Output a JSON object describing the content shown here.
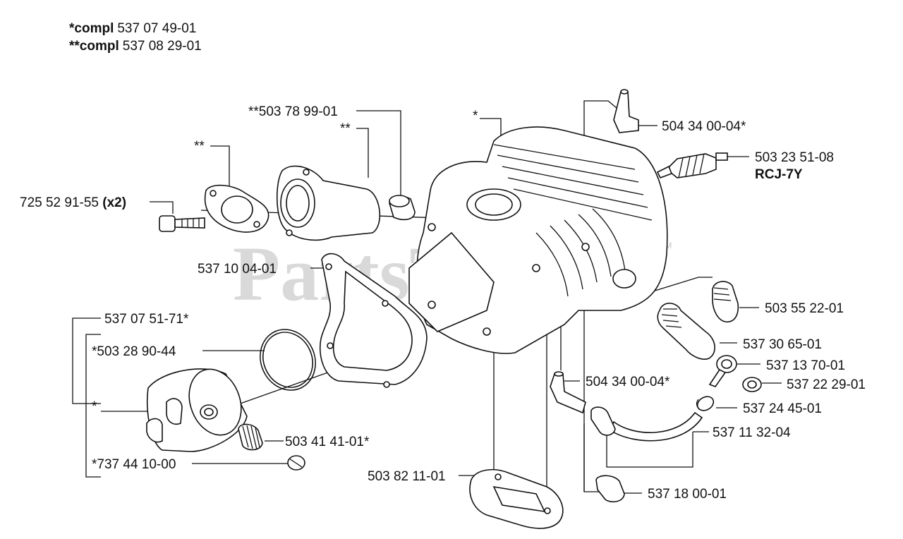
{
  "header": {
    "compl1_prefix": "*compl",
    "compl1_number": "537 07 49-01",
    "compl2_prefix": "**compl",
    "compl2_number": "537 08 29-01"
  },
  "watermark": {
    "text": "PartsTree",
    "tm": "TM"
  },
  "callouts": [
    {
      "id": "c01",
      "text": "**503 78 99-01"
    },
    {
      "id": "c02",
      "text": "**"
    },
    {
      "id": "c03",
      "text": "**"
    },
    {
      "id": "c04",
      "text": "725 52 91-55 ",
      "bold_suffix": "(x2)"
    },
    {
      "id": "c05",
      "text": "537 10 04-01"
    },
    {
      "id": "c06",
      "text": "537 07 51-71*"
    },
    {
      "id": "c07",
      "text": "*503 28 90-44"
    },
    {
      "id": "c08",
      "text": "*"
    },
    {
      "id": "c09",
      "text": "503 41 41-01*"
    },
    {
      "id": "c10",
      "text": "*737 44 10-00"
    },
    {
      "id": "c11",
      "text": "503 82 11-01"
    },
    {
      "id": "c12",
      "text": "*"
    },
    {
      "id": "c13",
      "text": "504 34 00-04*"
    },
    {
      "id": "c14",
      "text": "503 23 51-08"
    },
    {
      "id": "c15",
      "text": "RCJ-7Y"
    },
    {
      "id": "c16",
      "text": "503 55 22-01"
    },
    {
      "id": "c17",
      "text": "537 30 65-01"
    },
    {
      "id": "c18",
      "text": "537 13 70-01"
    },
    {
      "id": "c19",
      "text": "537 22 29-01"
    },
    {
      "id": "c20",
      "text": "504 34 00-04*"
    },
    {
      "id": "c21",
      "text": "537 24 45-01"
    },
    {
      "id": "c22",
      "text": "537 11 32-04"
    },
    {
      "id": "c23",
      "text": "537 18 00-01"
    }
  ]
}
